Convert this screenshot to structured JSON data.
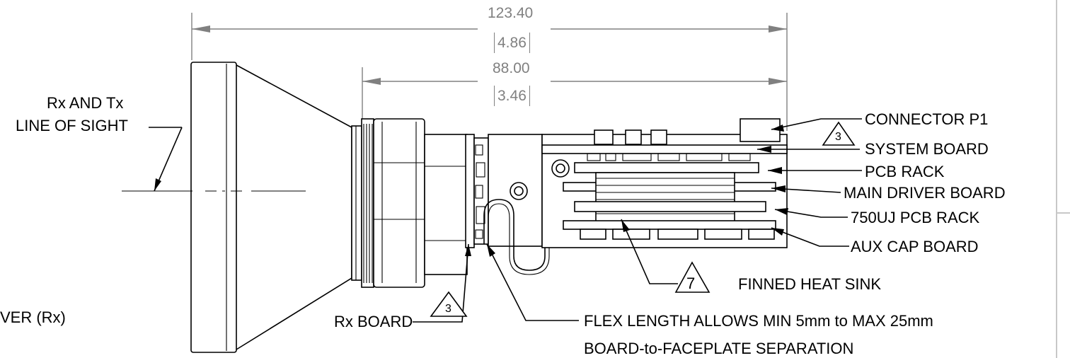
{
  "dimensions": {
    "overall_mm": "123.40",
    "overall_in": "4.86",
    "body_mm": "88.00",
    "body_in": "3.46"
  },
  "labels": {
    "line_of_sight_line1": "Rx AND Tx",
    "line_of_sight_line2": "LINE OF SIGHT",
    "receiver_partial": "VER (Rx)",
    "rx_board": "Rx BOARD",
    "connector_p1": "CONNECTOR P1",
    "system_board": "SYSTEM BOARD",
    "pcb_rack": "PCB RACK",
    "main_driver_board": "MAIN DRIVER BOARD",
    "pcb_rack_750uj": "750UJ PCB RACK",
    "aux_cap_board": "AUX CAP BOARD",
    "finned_heat_sink": "FINNED HEAT SINK",
    "flex_line1": "FLEX LENGTH ALLOWS MIN 5mm to MAX 25mm",
    "flex_line2": "BOARD-to-FACEPLATE SEPARATION"
  },
  "callouts": {
    "note_3_a": "3",
    "note_3_b": "3",
    "note_7": "7"
  },
  "colors": {
    "line": "#000000",
    "dimension": "#808080"
  }
}
